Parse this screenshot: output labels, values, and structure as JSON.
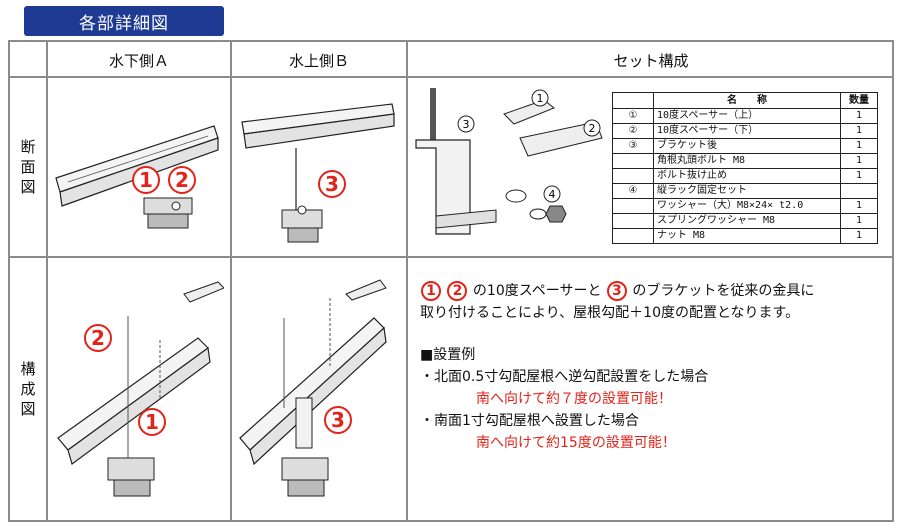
{
  "section_title": "各部詳細図",
  "headers": {
    "col_a": "水下側Ａ",
    "col_b": "水上側Ｂ",
    "col_set": "セット構成"
  },
  "row_labels": {
    "section": [
      "断",
      "面",
      "図"
    ],
    "composition": [
      "構",
      "成",
      "図"
    ]
  },
  "markers": {
    "m1": "1",
    "m2": "2",
    "m3": "3",
    "m4": "4"
  },
  "spec_table": {
    "header": {
      "name": "名　　称",
      "qty": "数量"
    },
    "rows": [
      {
        "mark": "①",
        "name": "10度スペーサー（上）",
        "qty": "1"
      },
      {
        "mark": "②",
        "name": "10度スペーサー（下）",
        "qty": "1"
      },
      {
        "mark": "③",
        "name": "ブラケット後",
        "qty": "1"
      },
      {
        "mark": "",
        "name": "角根丸頭ボルト M8",
        "qty": "1"
      },
      {
        "mark": "",
        "name": "ボルト抜け止め",
        "qty": "1"
      },
      {
        "mark": "④",
        "name": "縦ラック固定セット",
        "qty": ""
      },
      {
        "mark": "",
        "name": "ワッシャー（大）M8×24× t2.0",
        "qty": "1"
      },
      {
        "mark": "",
        "name": "スプリングワッシャー M8",
        "qty": "1"
      },
      {
        "mark": "",
        "name": "ナット M8",
        "qty": "1"
      }
    ]
  },
  "description": {
    "badge1": "1",
    "badge2": "2",
    "badge3": "3",
    "text1": "の10度スペーサーと",
    "text2": "のブラケットを従来の金具に",
    "line2": "取り付けることにより、屋根勾配＋10度の配置となります。",
    "example_title": "■設置例",
    "example1": "・北面0.5寸勾配屋根へ逆勾配設置をした場合",
    "example1_result": "南へ向けて約７度の設置可能！",
    "example2": "・南面1寸勾配屋根へ設置した場合",
    "example2_result": "南へ向けて約15度の設置可能！"
  },
  "colors": {
    "accent": "#e2231a",
    "title_bg": "#1f3a93",
    "border": "#8c8c8c"
  }
}
